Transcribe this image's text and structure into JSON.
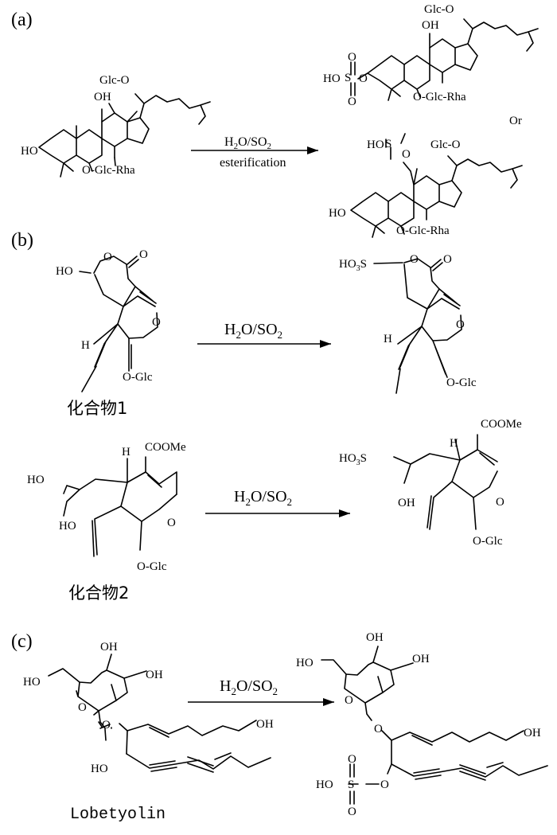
{
  "panels": {
    "a": {
      "label": "(a)",
      "reagent": "H2O/SO2",
      "reagent_parts": {
        "h": "H",
        "two1": "2",
        "mid": "O/SO",
        "two2": "2"
      },
      "condition": "esterification",
      "or_text": "Or",
      "start": {
        "glc_o": "Glc-O",
        "oh_top": "OH",
        "ho": "HO",
        "sugar": "O-Glc-Rha"
      },
      "prod1": {
        "glc_o": "Glc-O",
        "oh_top": "OH",
        "ho": "HO",
        "s": "S",
        "o_top": "O",
        "o_bottom": "O",
        "o_link": "O",
        "sugar": "O-Glc-Rha"
      },
      "prod2": {
        "glc_o": "Glc-O",
        "ho_s": "HO",
        "s": "S",
        "o": "O",
        "ho": "HO",
        "sugar": "O-Glc-Rha"
      }
    },
    "b": {
      "label": "(b)",
      "reagent_parts": {
        "h": "H",
        "two1": "2",
        "mid": "O/SO",
        "two2": "2"
      },
      "c1": {
        "ho": "HO",
        "o_ring": "O",
        "o_carbonyl": "O",
        "h": "H",
        "o_pyran": "O",
        "glc": "O-Glc",
        "name": "化合物1"
      },
      "p1": {
        "ho3s": "HO",
        "three": "3",
        "s": "S",
        "o_ring": "O",
        "o_carbonyl": "O",
        "h": "H",
        "o_pyran": "O",
        "glc": "O-Glc"
      },
      "c2": {
        "coome": "COOMe",
        "h": "H",
        "ho1": "HO",
        "ho2": "HO",
        "o_pyran": "O",
        "glc": "O-Glc",
        "name": "化合物2"
      },
      "p2": {
        "coome": "COOMe",
        "h": "H",
        "ho3s": "HO",
        "three": "3",
        "s": "S",
        "oh": "OH",
        "o_pyran": "O",
        "glc": "O-Glc"
      }
    },
    "c": {
      "label": "(c)",
      "reagent_parts": {
        "h": "H",
        "two1": "2",
        "mid": "O/SO",
        "two2": "2"
      },
      "start": {
        "oh1": "OH",
        "oh2": "OH",
        "ho": "HO",
        "o_ring": "O",
        "o_link": "O",
        "oh_chain": "OH",
        "ho_chain": "HO",
        "name": "Lobetyolin"
      },
      "prod": {
        "oh1": "OH",
        "oh2": "OH",
        "ho": "HO",
        "o_ring": "O",
        "o_link": "O",
        "oh_chain": "OH",
        "ho_s": "HO",
        "s": "S",
        "o_top": "O",
        "o_bottom": "O",
        "o_ester": "O"
      }
    }
  }
}
